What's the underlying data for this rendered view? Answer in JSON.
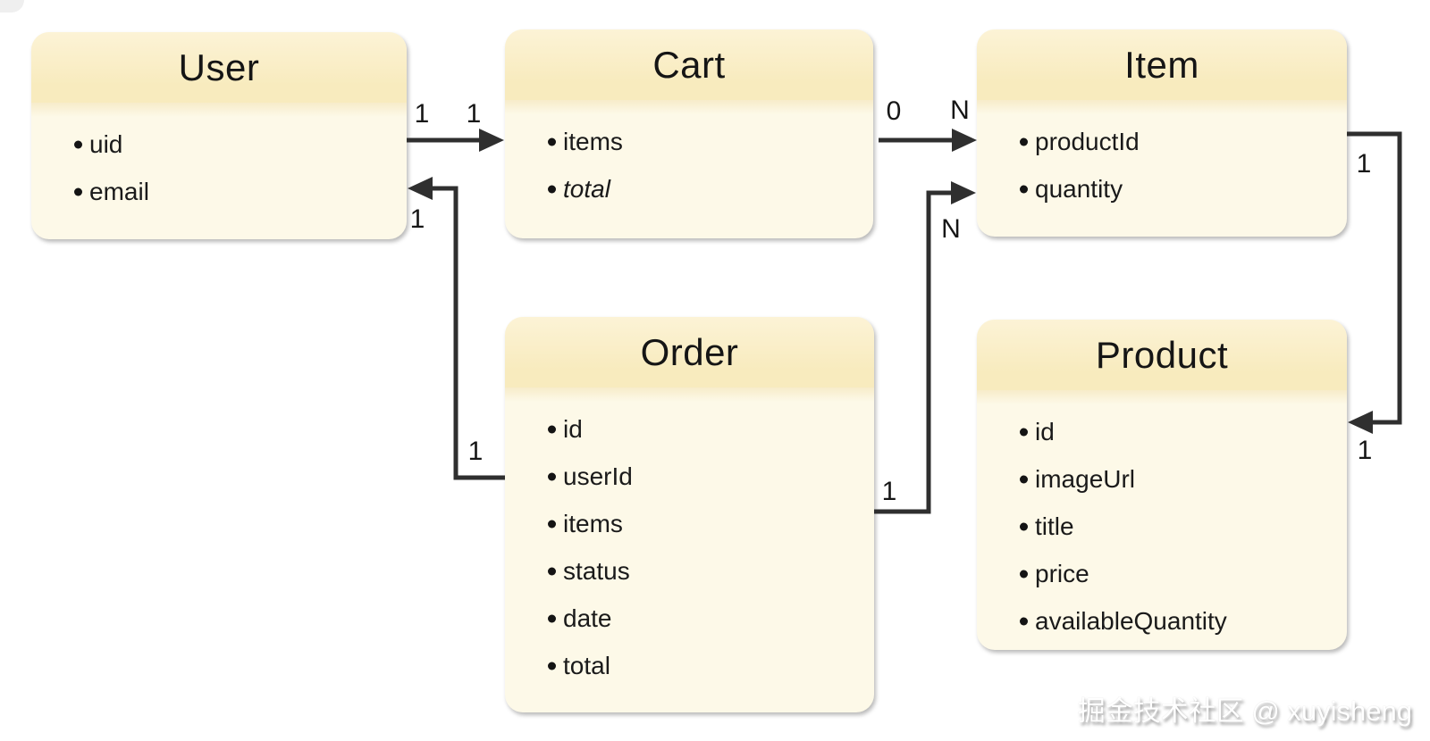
{
  "entities": {
    "user": {
      "title": "User",
      "fields": [
        {
          "label": "uid"
        },
        {
          "label": "email"
        }
      ]
    },
    "cart": {
      "title": "Cart",
      "fields": [
        {
          "label": "items"
        },
        {
          "label": "total"
        }
      ]
    },
    "item": {
      "title": "Item",
      "fields": [
        {
          "label": "productId"
        },
        {
          "label": "quantity"
        }
      ]
    },
    "order": {
      "title": "Order",
      "fields": [
        {
          "label": "id"
        },
        {
          "label": "userId"
        },
        {
          "label": "items"
        },
        {
          "label": "status"
        },
        {
          "label": "date"
        },
        {
          "label": "total"
        }
      ]
    },
    "product": {
      "title": "Product",
      "fields": [
        {
          "label": "id"
        },
        {
          "label": "imageUrl"
        },
        {
          "label": "title"
        },
        {
          "label": "price"
        },
        {
          "label": "availableQuantity"
        }
      ]
    }
  },
  "relationships": {
    "user_cart": {
      "from": "User",
      "to": "Cart",
      "source_cardinality": "1",
      "target_cardinality": "1"
    },
    "cart_item": {
      "from": "Cart",
      "to": "Item",
      "source_cardinality": "0",
      "target_cardinality": "N"
    },
    "order_user": {
      "from": "Order",
      "to": "User",
      "source_cardinality": "1",
      "target_cardinality": "1"
    },
    "order_item": {
      "from": "Order",
      "to": "Item",
      "source_cardinality": "1",
      "target_cardinality": "N"
    },
    "item_product": {
      "from": "Item",
      "to": "Product",
      "source_cardinality": "1",
      "target_cardinality": "1"
    }
  },
  "watermark": {
    "text": "掘金技术社区 @ xuyisheng"
  },
  "colors": {
    "background": "#FFFFFF",
    "header_fill": "#F8EBBE",
    "body_fill": "#FDF9E8",
    "connector": "#2F2F2F",
    "text": "#1A1A1A"
  }
}
